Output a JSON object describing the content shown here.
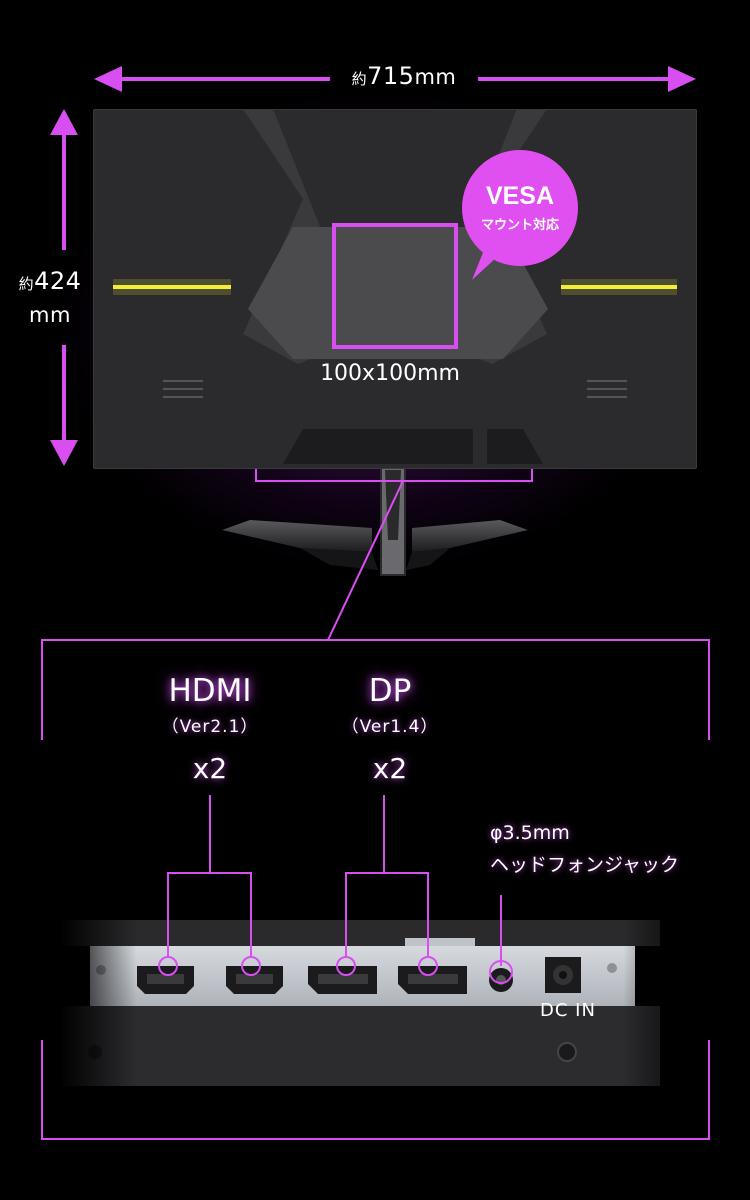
{
  "dimensions": {
    "width_prefix": "約",
    "width_value": "715",
    "width_unit": "mm",
    "height_prefix": "約",
    "height_value": "424",
    "height_unit": "mm"
  },
  "vesa": {
    "title": "VESA",
    "subtitle": "マウント対応",
    "size": "100x100mm"
  },
  "ports": {
    "hdmi": {
      "name": "HDMI",
      "version": "（Ver2.1）",
      "count": "x2"
    },
    "dp": {
      "name": "DP",
      "version": "（Ver1.4）",
      "count": "x2"
    },
    "headphone": {
      "spec": "φ3.5mm",
      "name": "ヘッドフォンジャック"
    },
    "dc": {
      "label": "DC IN"
    }
  },
  "colors": {
    "accent": "#d84ef0",
    "led": "#f4ee3a",
    "monitor": "#2b2b2d"
  }
}
